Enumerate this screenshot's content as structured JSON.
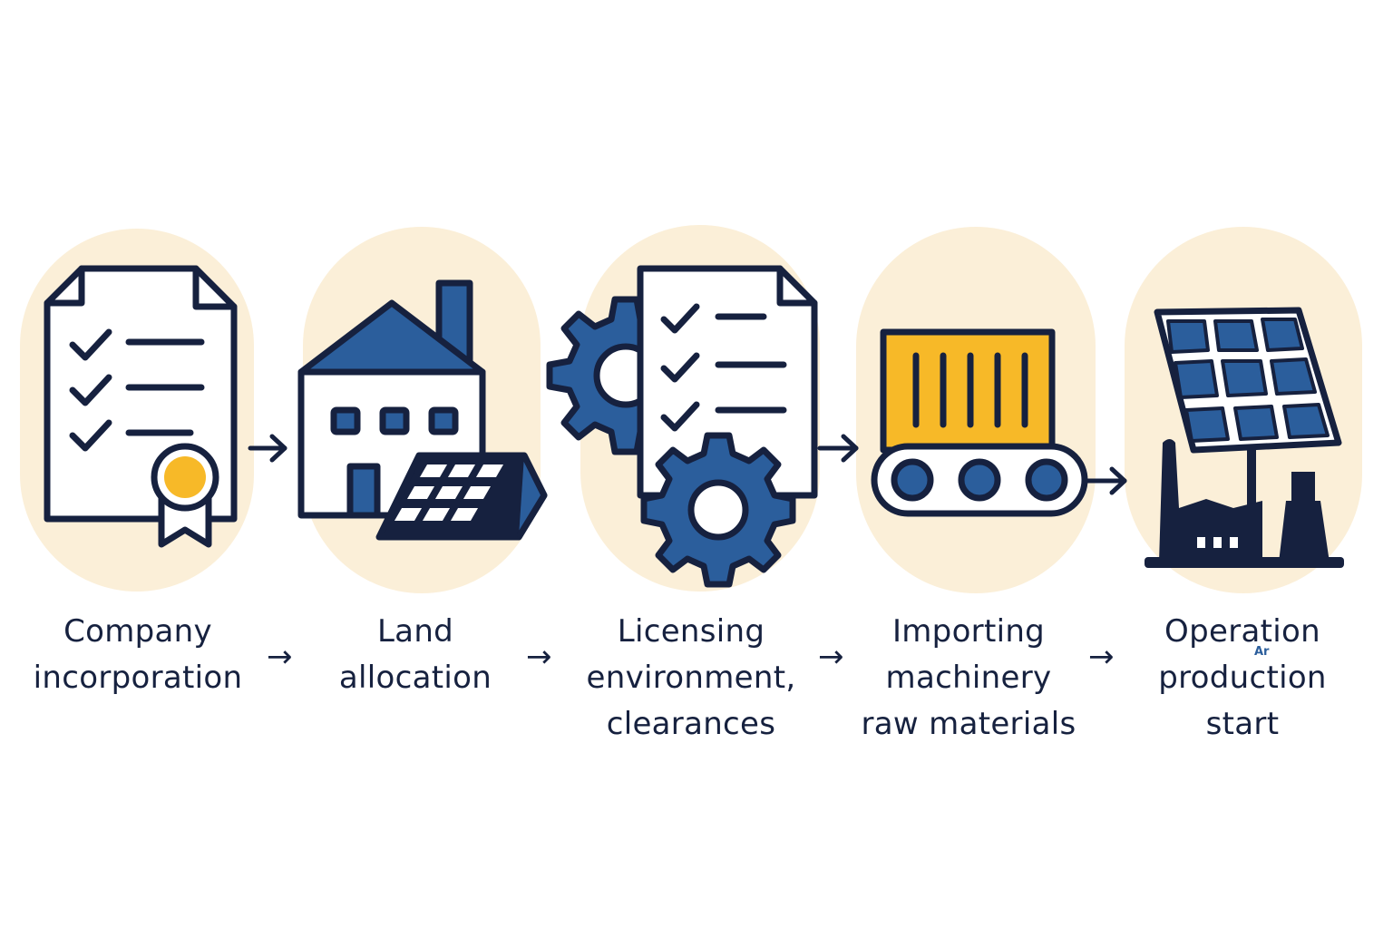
{
  "steps": [
    {
      "icon": "checklist-certificate-icon",
      "label": [
        "Company",
        "incorporation"
      ]
    },
    {
      "icon": "factory-solar-panel-icon",
      "label": [
        "Land",
        "allocation"
      ]
    },
    {
      "icon": "document-gears-icon",
      "label": [
        "Licensing",
        "environment,",
        "clearances"
      ]
    },
    {
      "icon": "container-conveyor-icon",
      "label": [
        "Importing",
        "machinery",
        "raw materials"
      ]
    },
    {
      "icon": "solar-panel-factory-icon",
      "label": [
        "Operation",
        "production",
        "start"
      ]
    }
  ],
  "label_arrow": "→",
  "stray_mark": "Ar",
  "colors": {
    "navy": "#16213f",
    "blue": "#2b5e9c",
    "yellow": "#f7b928",
    "cream": "#fbefd8",
    "white": "#ffffff"
  }
}
